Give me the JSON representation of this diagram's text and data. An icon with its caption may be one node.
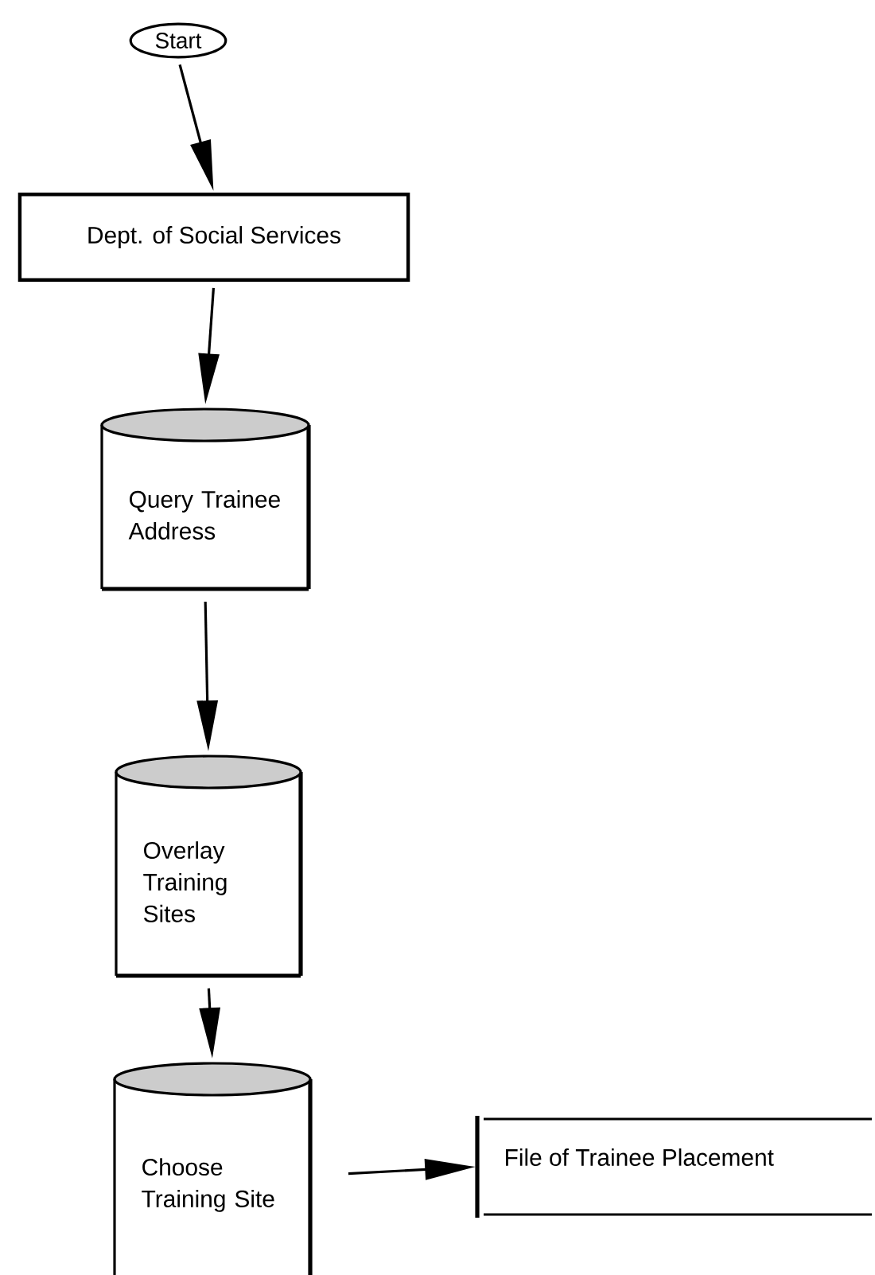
{
  "diagram": {
    "nodes": [
      {
        "text": [
          "Start"
        ]
      },
      {
        "text": [
          "Dept. of Social Services"
        ]
      },
      {
        "text": [
          "Query Trainee Address"
        ]
      },
      {
        "text": [
          "Overlay Training Sites"
        ]
      },
      {
        "text": [
          "Choose Training Site"
        ]
      },
      {
        "text": [
          "File of Trainee Placement"
        ]
      }
    ],
    "edges": [
      {
        "from": 0,
        "to": 1,
        "arrow": "to"
      },
      {
        "from": 1,
        "to": 2,
        "arrow": "to"
      },
      {
        "from": 2,
        "to": 3,
        "arrow": "to"
      },
      {
        "from": 3,
        "to": 4,
        "arrow": "to"
      },
      {
        "from": 4,
        "to": 5,
        "arrow": "to"
      }
    ]
  }
}
